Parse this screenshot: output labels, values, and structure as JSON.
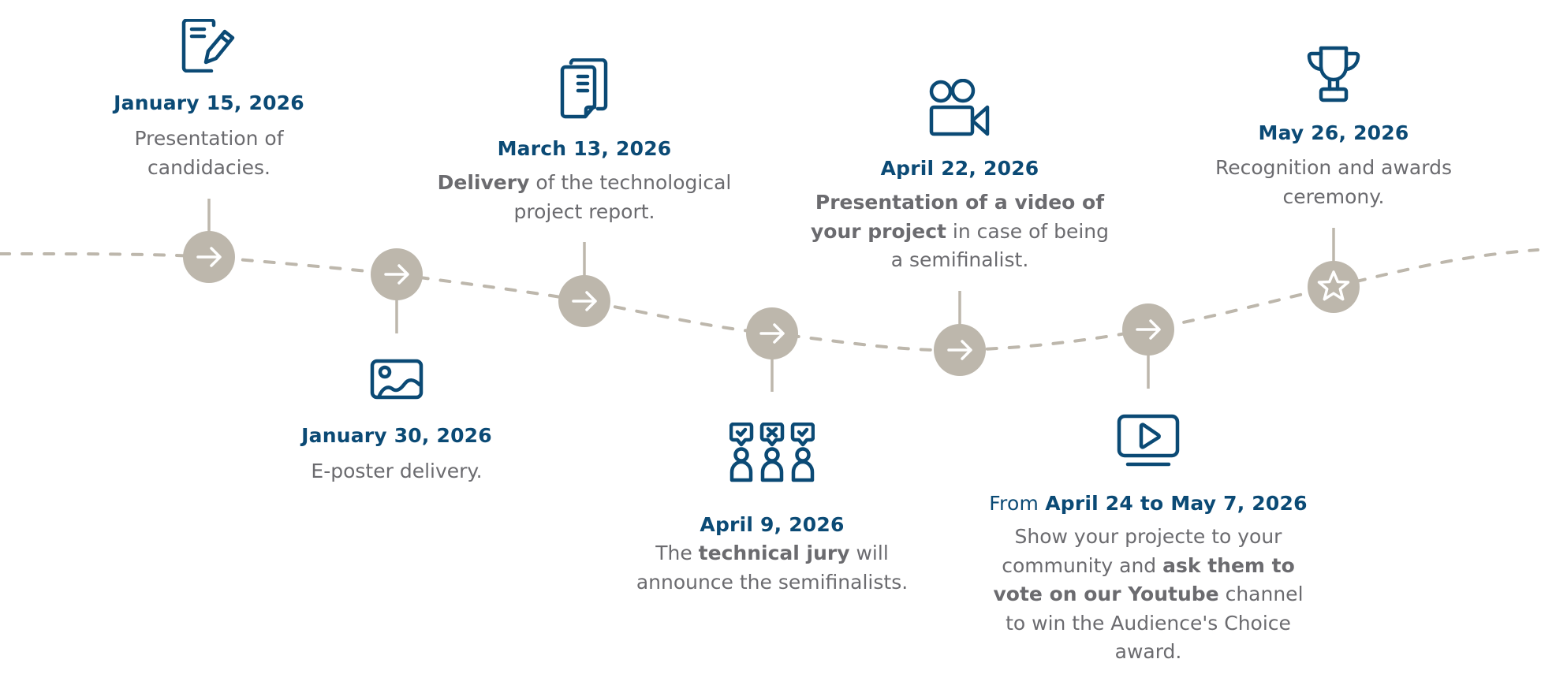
{
  "colors": {
    "accent_blue": "#0b4a75",
    "body_gray": "#6b6b6f",
    "timeline_beige": "#bdb7ac",
    "background": "#ffffff"
  },
  "milestones": [
    {
      "icon": "document-edit-icon",
      "node_icon": "arrow-right-icon",
      "position": "above",
      "date_prefix": "",
      "date": "January 15, 2026",
      "description": [
        {
          "text": "Presentation of candidacies.",
          "bold": false
        }
      ]
    },
    {
      "icon": "image-icon",
      "node_icon": "arrow-right-icon",
      "position": "below",
      "date_prefix": "",
      "date": "January 30, 2026",
      "description": [
        {
          "text": "E-poster delivery.",
          "bold": false
        }
      ]
    },
    {
      "icon": "documents-icon",
      "node_icon": "arrow-right-icon",
      "position": "above",
      "date_prefix": "",
      "date": "March 13, 2026",
      "description": [
        {
          "text": "Delivery",
          "bold": true
        },
        {
          "text": " of the technological project report.",
          "bold": false
        }
      ]
    },
    {
      "icon": "jury-vote-icon",
      "node_icon": "arrow-right-icon",
      "position": "below",
      "date_prefix": "",
      "date": "April 9, 2026",
      "description": [
        {
          "text": "The ",
          "bold": false
        },
        {
          "text": "technical jury",
          "bold": true
        },
        {
          "text": " will announce the semifinalists.",
          "bold": false
        }
      ]
    },
    {
      "icon": "video-camera-icon",
      "node_icon": "arrow-right-icon",
      "position": "above",
      "date_prefix": "",
      "date": "April 22, 2026",
      "description": [
        {
          "text": "Presentation of a video of your project",
          "bold": true
        },
        {
          "text": " in case of being a semifinalist.",
          "bold": false
        }
      ]
    },
    {
      "icon": "play-screen-icon",
      "node_icon": "arrow-right-icon",
      "position": "below",
      "date_prefix": "From ",
      "date": "April 24 to May 7, 2026",
      "description": [
        {
          "text": "Show your projecte to your community and ",
          "bold": false
        },
        {
          "text": "ask them to vote on our Youtube",
          "bold": true
        },
        {
          "text": " channel to win the Audience's Choice award.",
          "bold": false
        }
      ]
    },
    {
      "icon": "trophy-icon",
      "node_icon": "star-icon",
      "position": "above",
      "date_prefix": "",
      "date": "May 26, 2026",
      "description": [
        {
          "text": "Recognition and awards ceremony.",
          "bold": false
        }
      ]
    }
  ]
}
